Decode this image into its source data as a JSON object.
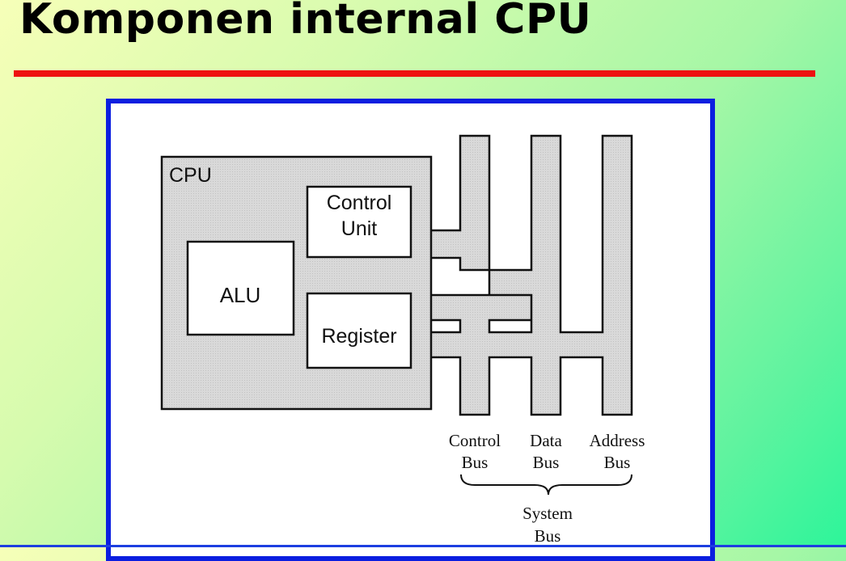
{
  "slide": {
    "title": "Komponen internal CPU"
  },
  "diagram": {
    "cpu_label": "CPU",
    "control_unit": [
      "Control",
      "Unit"
    ],
    "alu_label": "ALU",
    "register_label": "Register",
    "buses": [
      {
        "line1": "Control",
        "line2": "Bus"
      },
      {
        "line1": "Data",
        "line2": "Bus"
      },
      {
        "line1": "Address",
        "line2": "Bus"
      }
    ],
    "system_bus": [
      "System",
      "Bus"
    ]
  }
}
